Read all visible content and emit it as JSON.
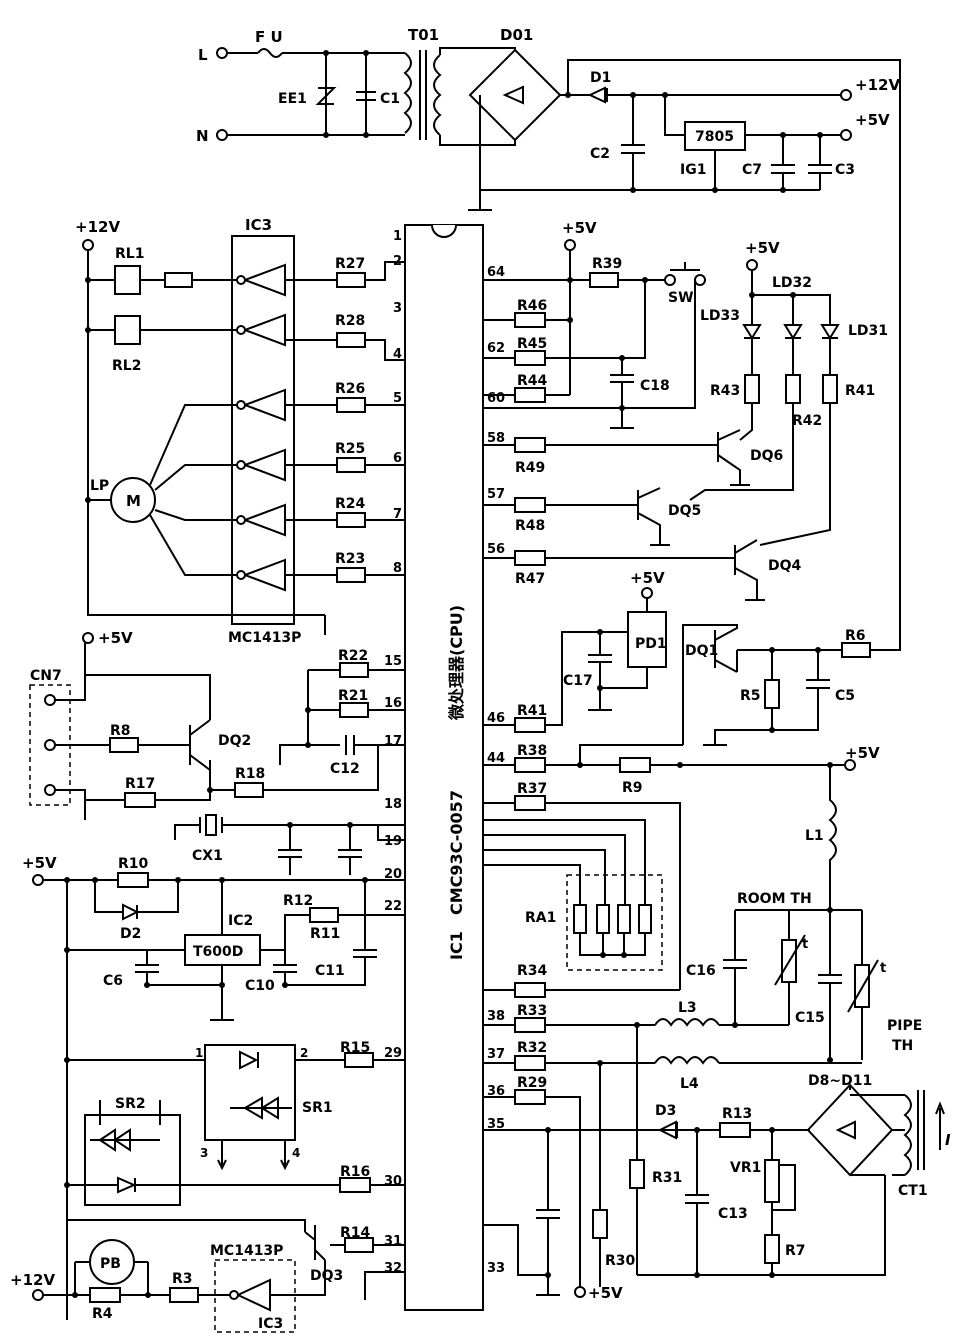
{
  "power": {
    "L": "L",
    "N": "N",
    "fuse": "F U",
    "ee1": "EE1",
    "c1": "C1",
    "t01": "T01",
    "d01": "D01",
    "d1": "D1",
    "c2": "C2",
    "reg": "7805",
    "ig1": "IG1",
    "c7": "C7",
    "c3": "C3",
    "v12": "+12V",
    "v5": "+5V"
  },
  "cpu": {
    "ic": "IC1",
    "part": "CMC93C-0057",
    "desc": "微处理器(CPU)",
    "left_pins": [
      "1",
      "2",
      "3",
      "4",
      "5",
      "6",
      "7",
      "8",
      "15",
      "16",
      "17",
      "18",
      "19",
      "20",
      "22",
      "29",
      "30",
      "31",
      "32"
    ],
    "right_pins": [
      "64",
      "62",
      "60",
      "58",
      "57",
      "56",
      "46",
      "44",
      "38",
      "37",
      "36",
      "35",
      "33"
    ]
  },
  "driver": {
    "ic": "IC3",
    "part": "MC1413P",
    "rl1": "RL1",
    "rl2": "RL2",
    "lp": "LP",
    "motor": "M",
    "resistors": [
      "R27",
      "R28",
      "R26",
      "R25",
      "R24",
      "R23"
    ]
  },
  "io": {
    "cn7": "CN7",
    "r8": "R8",
    "dq2": "DQ2",
    "r17": "R17",
    "r18": "R18",
    "r22": "R22",
    "r21": "R21",
    "c12": "C12",
    "cx1": "CX1",
    "r12": "R12",
    "r10": "R10",
    "d2": "D2",
    "ic2": "IC2",
    "t600d": "T600D",
    "r11": "R11",
    "c6": "C6",
    "c10": "C10",
    "c11": "C11",
    "sr1": "SR1",
    "sr2": "SR2",
    "r15": "R15",
    "r16": "R16",
    "r14": "R14",
    "dq3": "DQ3",
    "pb": "PB",
    "r3": "R3",
    "r4": "R4",
    "ic3b": "IC3",
    "mc1413b": "MC1413P",
    "pin1": "1",
    "pin2": "2",
    "pin3": "3",
    "pin4": "4"
  },
  "right": {
    "r39": "R39",
    "sw": "SW",
    "r46": "R46",
    "r45": "R45",
    "r44": "R44",
    "c18": "C18",
    "ld33": "LD33",
    "ld32": "LD32",
    "ld31": "LD31",
    "r43": "R43",
    "r42": "R42",
    "r41b": "R41",
    "r49": "R49",
    "dq6": "DQ6",
    "r48": "R48",
    "dq5": "DQ5",
    "r47": "R47",
    "dq4": "DQ4",
    "pd1": "PD1",
    "c17": "C17",
    "r41": "R41",
    "dq1": "DQ1",
    "r5": "R5",
    "c5": "C5",
    "r6": "R6",
    "r38": "R38",
    "r9": "R9",
    "r37": "R37",
    "ra1": "RA1",
    "l1": "L1",
    "room_th": "ROOM TH",
    "c16": "C16",
    "c15": "C15",
    "t1": "t",
    "t2": "t",
    "pipe": "PIPE",
    "th": "TH",
    "r34": "R34",
    "r33": "R33",
    "l3": "L3",
    "r32": "R32",
    "l4": "L4",
    "r29": "R29",
    "d3": "D3",
    "r13": "R13",
    "d8": "D8~D11",
    "vr1": "VR1",
    "ct1": "CT1",
    "i": "I",
    "r31": "R31",
    "c13": "C13",
    "r7": "R7",
    "r30": "R30"
  }
}
